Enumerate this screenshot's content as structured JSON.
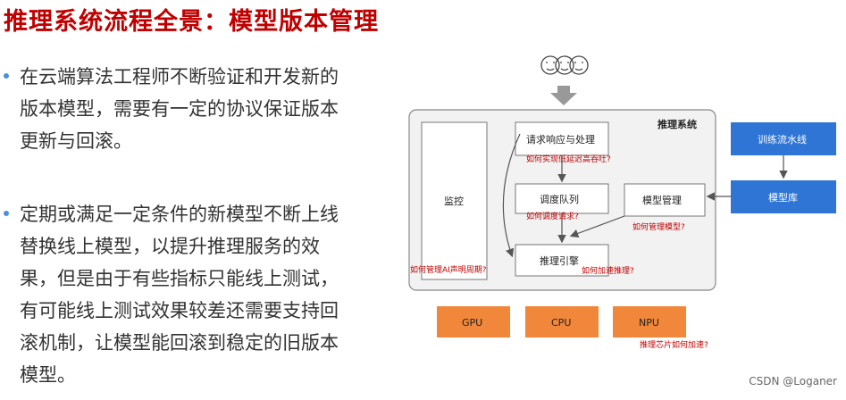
{
  "title": "推理系统流程全景：模型版本管理",
  "bullets": [
    "在云端算法工程师不断验证和开发新的版本模型，需要有一定的协议保证版本更新与回滚。",
    "定期或满足一定条件的新模型不断上线替换线上模型，以提升推理服务的效果，但是由于有些指标只能线上测试，有可能线上测试效果较差还需要支持回滚机制，让模型能回滚到稳定的旧版本模型。"
  ],
  "diagram": {
    "system_label": "推理系统",
    "monitor": "监控",
    "request": "请求响应与处理",
    "queue": "调度队列",
    "engine": "推理引擎",
    "model_mgmt": "模型管理",
    "pipeline": "训练流水线",
    "model_repo": "模型库",
    "gpu": "GPU",
    "cpu": "CPU",
    "npu": "NPU",
    "q_latency": "如何实现低延迟高吞吐?",
    "q_schedule": "如何调度请求?",
    "q_model": "如何管理模型?",
    "q_lifecycle": "如何管理AI声明周期?",
    "q_accel": "如何加速推理?",
    "q_chip": "推理芯片如何加速?",
    "colors": {
      "blue": "#2f75d6",
      "orange": "#f0873a",
      "title_red": "#c00000",
      "question_red": "#c00000"
    }
  },
  "watermark": "CSDN @Loganer"
}
